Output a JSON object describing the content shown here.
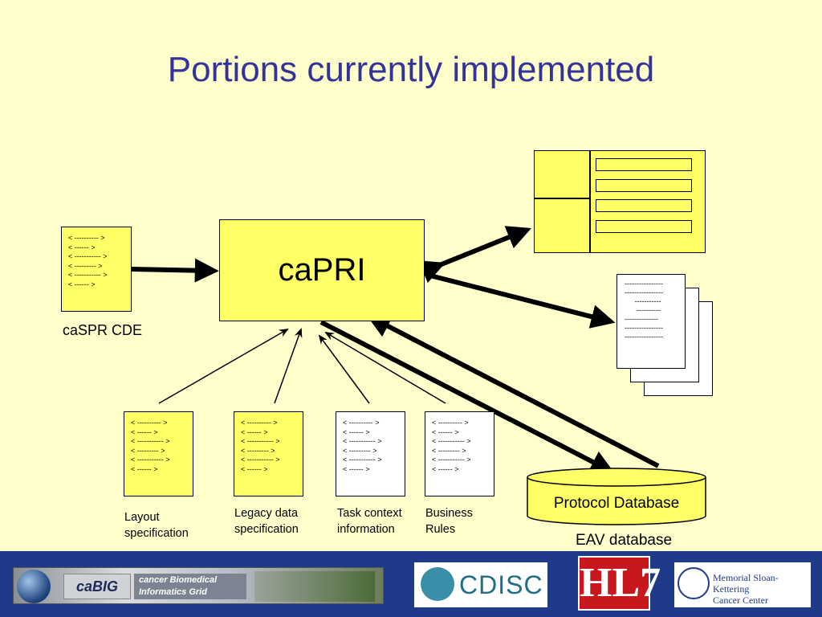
{
  "title": "Portions currently implemented",
  "center": {
    "label": "caPRI"
  },
  "caspr": {
    "label": "caSPR CDE",
    "lines": [
      "< ---------- >",
      "< ------ >",
      "< ----------- >",
      "< --------- >",
      "< ----------- >",
      "< ------ >"
    ]
  },
  "inputs": [
    {
      "lines": [
        "< ---------- >",
        "< ------ >",
        "< ----------- >",
        "< --------- >",
        "< ----------- >",
        "< ------ >"
      ],
      "label_line1": "Layout",
      "label_line2": "specification",
      "color": "#ffff66"
    },
    {
      "lines": [
        "< ---------- >",
        "< ------ >",
        "< ----------- >",
        "< --------- >",
        "< ----------- >",
        "< ------ >"
      ],
      "label_line1": "Legacy data",
      "label_line2": "specification",
      "color": "#ffff66"
    },
    {
      "lines": [
        "< ---------- >",
        "< ------ >",
        "< ----------- >",
        "< --------- >",
        "< ----------- >",
        "< ------ >"
      ],
      "label_line1": "Task context",
      "label_line2": "information",
      "color": "#ffffff"
    },
    {
      "lines": [
        "< ---------- >",
        "< ------ >",
        "< ----------- >",
        "< --------- >",
        "< ----------- >",
        "< ------ >"
      ],
      "label_line1": "Business",
      "label_line2": "Rules",
      "color": "#ffffff"
    }
  ],
  "report_lines": [
    "----------------",
    "----------------",
    "     -----------",
    "      ----------",
    "--------------",
    "----------------",
    "----------------"
  ],
  "database": {
    "label": "Protocol Database",
    "sublabel": "EAV database"
  },
  "footer": {
    "cabig_name": "caBIG",
    "cabig_sub1": "cancer Biomedical",
    "cabig_sub2": "Informatics Grid",
    "cdisc_name": "CDISC",
    "hl7_name": "HL7",
    "msk_line1": "Memorial Sloan-Kettering",
    "msk_line2": "Cancer Center"
  },
  "colors": {
    "title": "#333399",
    "box_fill": "#ffff66",
    "background": "#ffffcc",
    "footer": "#1f3a88"
  }
}
